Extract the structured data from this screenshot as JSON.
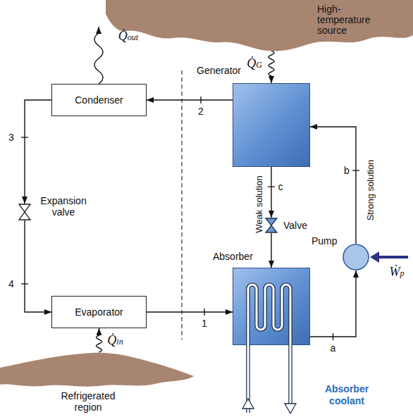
{
  "diagram": {
    "nodes": [
      {
        "text": [
          "High- temperature source"
        ]
      },
      {
        "text": [
          "Generator"
        ]
      },
      {
        "text": [
          "Condenser"
        ]
      },
      {
        "text": [
          "Expansion valve"
        ]
      },
      {
        "text": [
          "Evaporator"
        ]
      },
      {
        "text": [
          "Refrigerated region"
        ]
      },
      {
        "text": [
          "Valve"
        ]
      },
      {
        "text": [
          "Absorber"
        ]
      },
      {
        "text": [
          "Pump"
        ]
      }
    ],
    "edges": [
      {
        "from": 0,
        "to": 1,
        "label": "Q̇G",
        "arrow": "to"
      },
      {
        "from": 1,
        "to": 2,
        "label": "2",
        "arrow": "to"
      },
      {
        "from": 2,
        "to": 3,
        "label": "3",
        "arrow": "to"
      },
      {
        "from": 3,
        "to": 4,
        "label": "4",
        "arrow": "to"
      },
      {
        "from": 5,
        "to": 4,
        "label": "Q̇in",
        "arrow": "to"
      },
      {
        "from": 4,
        "to": 7,
        "label": "1",
        "arrow": "to"
      },
      {
        "from": 1,
        "to": 6,
        "label": "c",
        "arrow": "to"
      },
      {
        "from": 6,
        "to": 7,
        "arrow": "to"
      },
      {
        "from": 7,
        "to": 8,
        "label": "a",
        "arrow": "to"
      },
      {
        "from": 8,
        "to": 1,
        "label": "b",
        "arrow": "to"
      }
    ],
    "labels": [
      "Q̇out",
      "Ẇp",
      "Weak solution",
      "Strong solution",
      "Absorber coolant"
    ]
  }
}
